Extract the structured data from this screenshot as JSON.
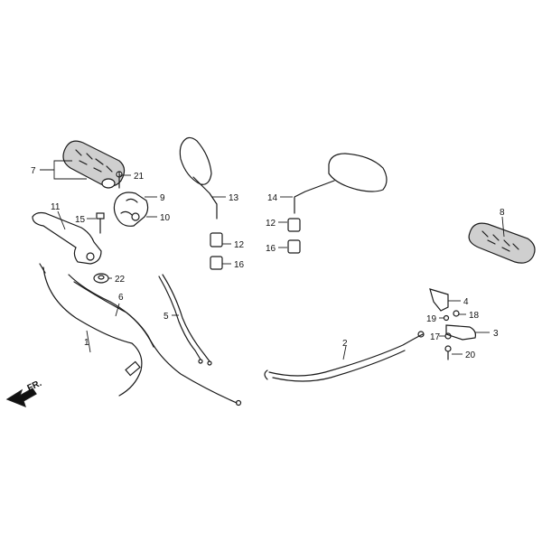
{
  "callouts": [
    {
      "id": "p1",
      "label": "1"
    },
    {
      "id": "p2",
      "label": "2"
    },
    {
      "id": "p3",
      "label": "3"
    },
    {
      "id": "p4",
      "label": "4"
    },
    {
      "id": "p5",
      "label": "5"
    },
    {
      "id": "p6",
      "label": "6"
    },
    {
      "id": "p7",
      "label": "7"
    },
    {
      "id": "p8",
      "label": "8"
    },
    {
      "id": "p9",
      "label": "9"
    },
    {
      "id": "p10",
      "label": "10"
    },
    {
      "id": "p11",
      "label": "11"
    },
    {
      "id": "p12a",
      "label": "12"
    },
    {
      "id": "p12b",
      "label": "12"
    },
    {
      "id": "p13",
      "label": "13"
    },
    {
      "id": "p14",
      "label": "14"
    },
    {
      "id": "p15",
      "label": "15"
    },
    {
      "id": "p16a",
      "label": "16"
    },
    {
      "id": "p16b",
      "label": "16"
    },
    {
      "id": "p17",
      "label": "17"
    },
    {
      "id": "p18",
      "label": "18"
    },
    {
      "id": "p19",
      "label": "19"
    },
    {
      "id": "p20",
      "label": "20"
    },
    {
      "id": "p21",
      "label": "21"
    },
    {
      "id": "p22",
      "label": "22"
    }
  ],
  "direction_label": "FR."
}
